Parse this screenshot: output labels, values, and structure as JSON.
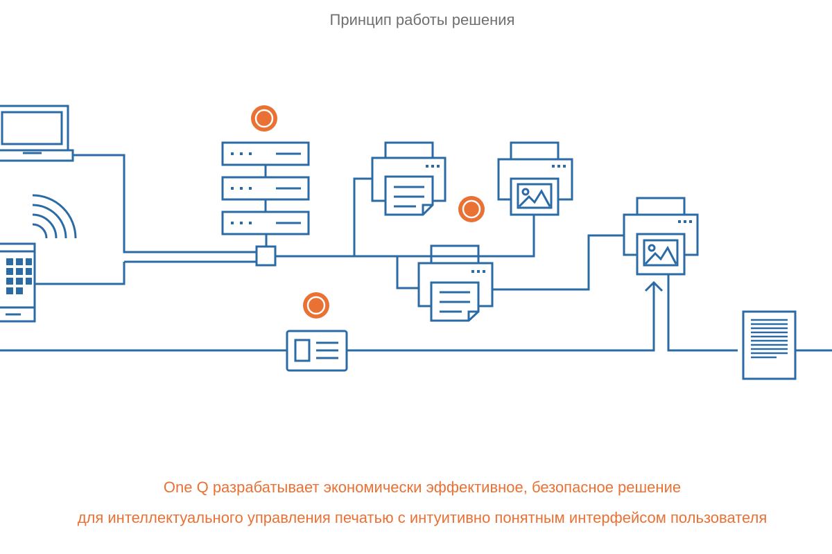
{
  "title": "Принцип работы решения",
  "caption": {
    "line1": "One Q разрабатывает экономически эффективное, безопасное решение",
    "line2": "для интеллектуального управления печатью с интуитивно понятным интерфейсом пользователя"
  },
  "colors": {
    "stroke": "#2a6aa5",
    "accent": "#ea7134",
    "title": "#6f6f6f",
    "caption": "#ea7134"
  },
  "icons": [
    "laptop-icon",
    "wifi-icon",
    "tablet-icon",
    "server-stack-icon",
    "hub-icon",
    "printer-icon",
    "printer-image-icon",
    "id-card-icon",
    "document-icon",
    "arrow-up-icon",
    "status-dot-icon"
  ]
}
